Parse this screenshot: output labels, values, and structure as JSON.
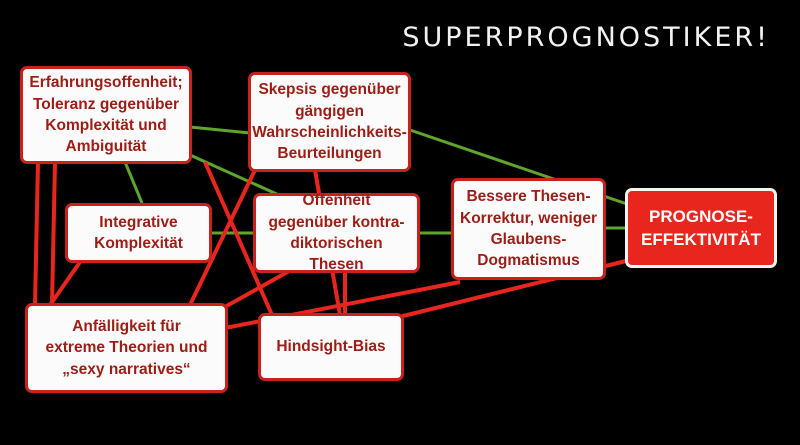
{
  "title": "SUPERPROGNOSTIKER!",
  "nodes": {
    "erfahrung": "Erfahrungsoffenheit;\nToleranz gegenüber\nKomplexität und\nAmbiguität",
    "skepsis": "Skepsis gegenüber\ngängigen\nWahrscheinlichkeits-\nBeurteilungen",
    "integrative": "Integrative\nKomplexität",
    "offenheit": "Offenheit\ngegenüber kontra-\ndiktorischen Thesen",
    "bessere": "Bessere Thesen-\nKorrektur, weniger\nGlaubens-\nDogmatismus",
    "prognose": "PROGNOSE-\nEFFEKTIVITÄT",
    "anfaellig": "Anfälligkeit für\nextreme Theorien und\n„sexy narratives“",
    "hindsight": "Hindsight-Bias"
  },
  "colors": {
    "positive": "#5fa52c",
    "negative": "#e8261d",
    "node_border": "#c9211b",
    "node_text": "#9c1d15"
  }
}
